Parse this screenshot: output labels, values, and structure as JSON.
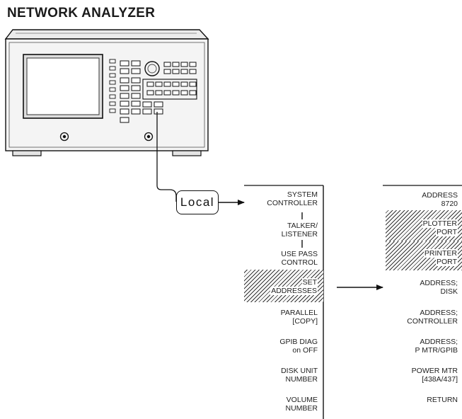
{
  "title": "NETWORK ANALYZER",
  "local_key": "Local",
  "menu_primary": [
    {
      "lines": [
        "SYSTEM",
        "CONTROLLER"
      ]
    },
    {
      "lines": [
        "TALKER/",
        "LISTENER"
      ]
    },
    {
      "lines": [
        "USE PASS",
        "CONTROL"
      ]
    },
    {
      "lines": [
        "SET",
        "ADDRESSES"
      ],
      "highlighted": true
    },
    {
      "lines": [
        "PARALLEL",
        "[COPY]"
      ]
    },
    {
      "lines": [
        "GPIB DIAG",
        "on OFF"
      ]
    },
    {
      "lines": [
        "DISK UNIT",
        "NUMBER"
      ]
    },
    {
      "lines": [
        "VOLUME",
        "NUMBER"
      ]
    }
  ],
  "menu_addresses": [
    {
      "lines": [
        "ADDRESS",
        "8720"
      ]
    },
    {
      "lines": [
        "PLOTTER",
        "PORT"
      ],
      "highlighted": true
    },
    {
      "lines": [
        "PRINTER",
        "PORT"
      ],
      "highlighted": true
    },
    {
      "lines": [
        "ADDRESS;",
        "DISK"
      ]
    },
    {
      "lines": [
        "ADDRESS;",
        "CONTROLLER"
      ]
    },
    {
      "lines": [
        "ADDRESS;",
        "P MTR/GPIB"
      ]
    },
    {
      "lines": [
        "POWER MTR",
        "[438A/437]"
      ]
    },
    {
      "lines": [
        "RETURN"
      ]
    }
  ]
}
